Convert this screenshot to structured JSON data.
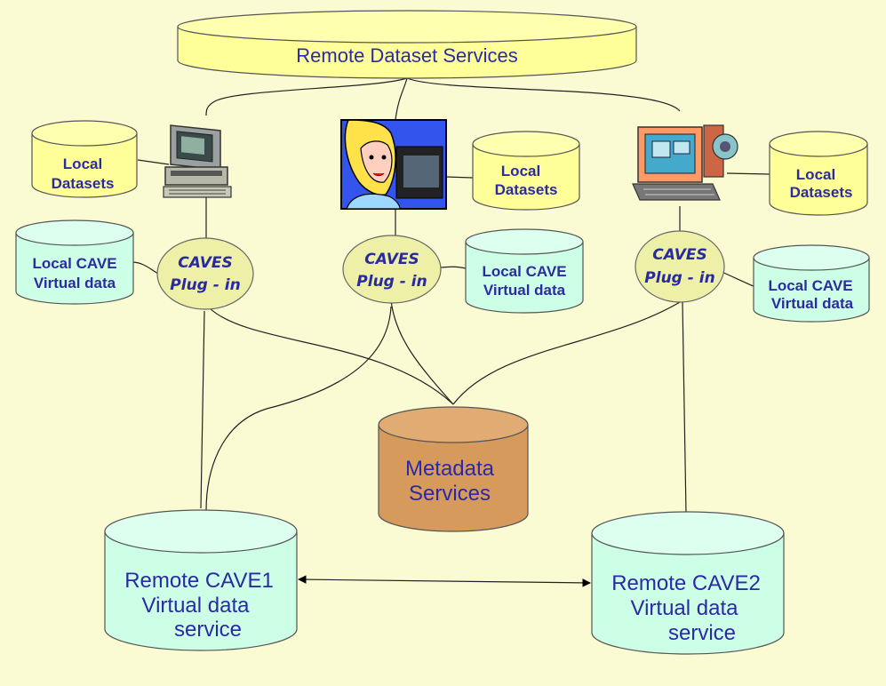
{
  "remote_dataset_services": {
    "label": "Remote Dataset Services"
  },
  "local_datasets": [
    {
      "lines": [
        "Local",
        "Datasets"
      ]
    },
    {
      "lines": [
        "Local",
        "Datasets"
      ]
    },
    {
      "lines": [
        "Local",
        "Datasets"
      ]
    }
  ],
  "local_cave": [
    {
      "lines": [
        "Local CAVE",
        "Virtual data"
      ]
    },
    {
      "lines": [
        "Local CAVE",
        "Virtual data"
      ]
    },
    {
      "lines": [
        "Local CAVE",
        "Virtual data"
      ]
    }
  ],
  "plugins": [
    {
      "lines": [
        "CAVES",
        "Plug - in"
      ]
    },
    {
      "lines": [
        "CAVES",
        "Plug - in"
      ]
    },
    {
      "lines": [
        "CAVES",
        "Plug - in"
      ]
    }
  ],
  "metadata_services": {
    "lines": [
      "Metadata",
      "Services"
    ]
  },
  "remote_cave1": {
    "lines": [
      "Remote CAVE1",
      "Virtual data",
      "service"
    ]
  },
  "remote_cave2": {
    "lines": [
      "Remote CAVE2",
      "Virtual data",
      "service"
    ]
  },
  "colors": {
    "background": "#fbfbd3",
    "yellow_db": "#ffff99",
    "teal_db": "#ccffe6",
    "plugin": "#eef0a8",
    "metadata": "#d69a5c",
    "text_blue": "#2c2ca0"
  },
  "icons": [
    "computer-icon",
    "woman-at-computer-icon",
    "workstation-icon"
  ]
}
